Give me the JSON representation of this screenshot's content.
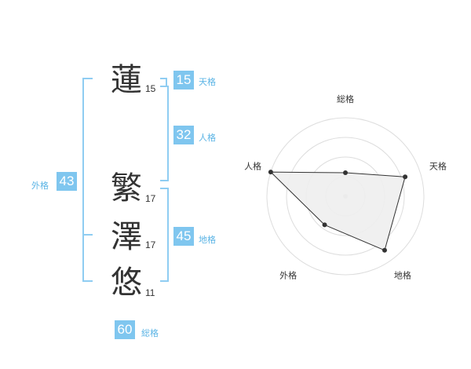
{
  "name": {
    "chars": [
      {
        "char": "蓮",
        "strokes": "15"
      },
      {
        "char": "繁",
        "strokes": "17"
      },
      {
        "char": "澤",
        "strokes": "17"
      },
      {
        "char": "悠",
        "strokes": "11"
      }
    ]
  },
  "kakusu": {
    "tenkaku": {
      "value": "15",
      "label": "天格"
    },
    "jinkaku": {
      "value": "32",
      "label": "人格"
    },
    "chikaku": {
      "value": "45",
      "label": "地格"
    },
    "gaikaku": {
      "value": "43",
      "label": "外格"
    },
    "soukaku": {
      "value": "60",
      "label": "総格"
    }
  },
  "colors": {
    "accent": "#7fc6ef",
    "bracket": "#8fcdf2",
    "radar_fill": "#eeeeee"
  },
  "chart_data": {
    "type": "radar",
    "axes": [
      "総格",
      "天格",
      "地格",
      "外格",
      "人格"
    ],
    "values": [
      0.3,
      0.8,
      0.85,
      0.45,
      1.0
    ],
    "rings": 4
  }
}
